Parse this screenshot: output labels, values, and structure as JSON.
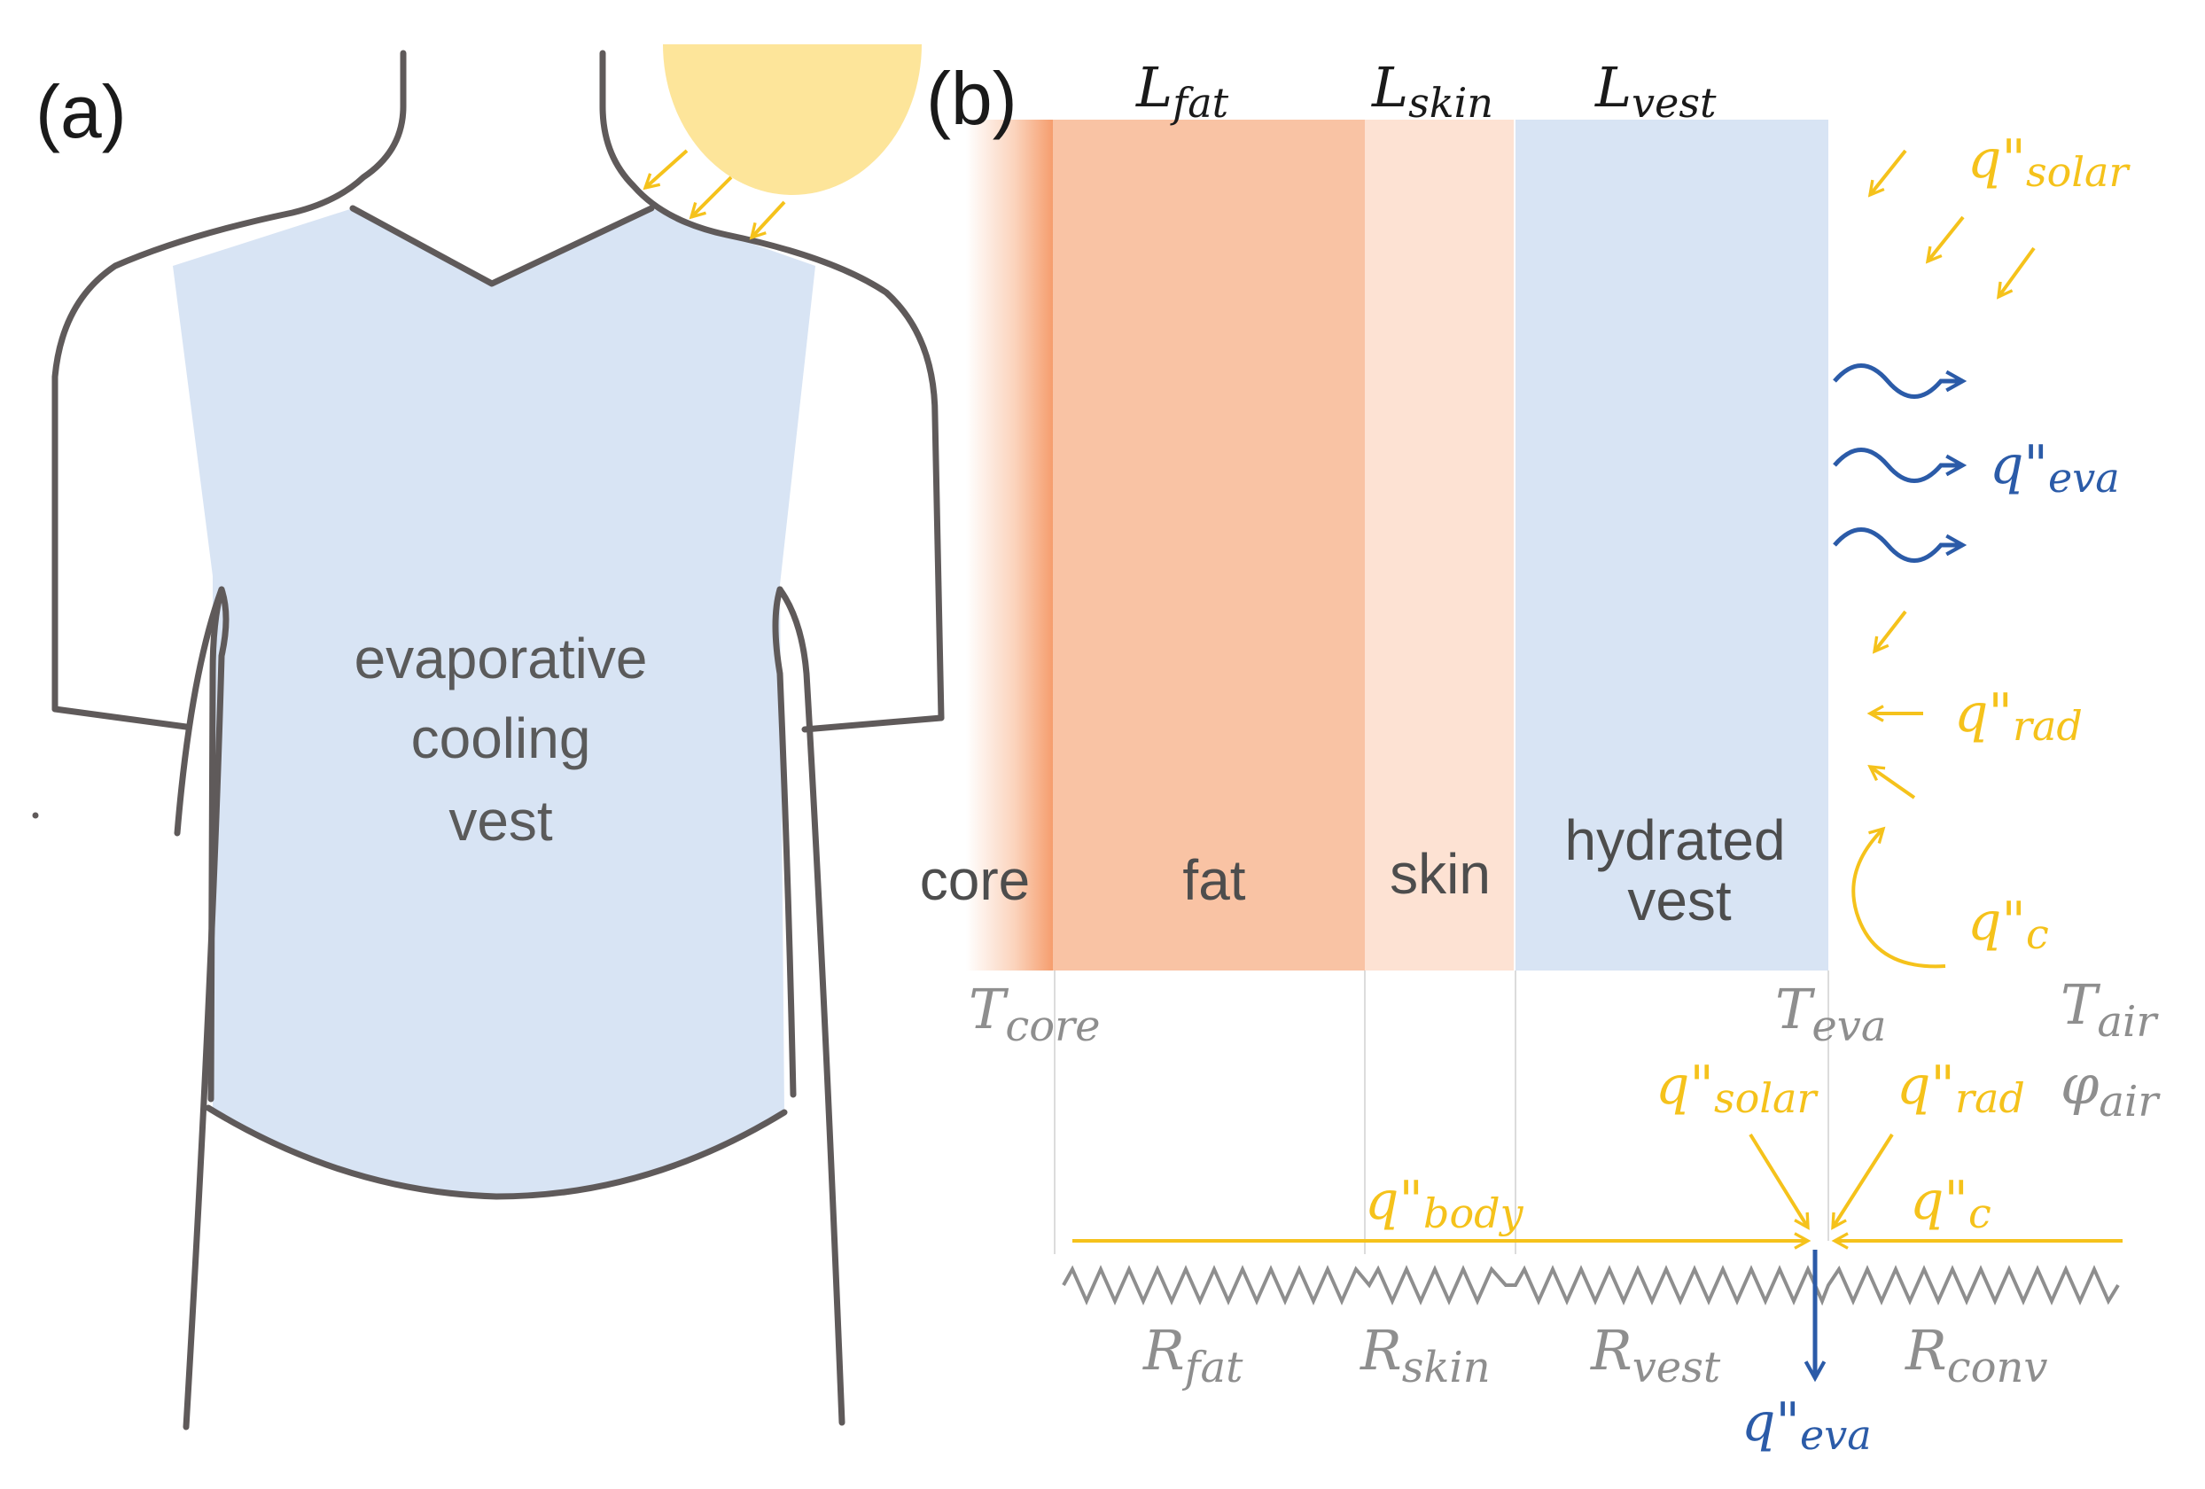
{
  "panel_a": {
    "label": "(a)",
    "vest_label": [
      "evaporative",
      "cooling",
      "vest"
    ]
  },
  "panel_b": {
    "label": "(b)",
    "thickness_labels": {
      "fat": {
        "base": "L",
        "sub": "fat"
      },
      "skin": {
        "base": "L",
        "sub": "skin"
      },
      "vest": {
        "base": "L",
        "sub": "vest"
      }
    },
    "layer_labels": {
      "core": "core",
      "fat": "fat",
      "skin": "skin",
      "vest": [
        "hydrated",
        "vest"
      ]
    },
    "fluxes": {
      "solar": {
        "base": "q\"",
        "sub": "solar"
      },
      "eva": {
        "base": "q\"",
        "sub": "eva"
      },
      "rad": {
        "base": "q\"",
        "sub": "rad"
      },
      "c": {
        "base": "q\"",
        "sub": "c"
      },
      "body": {
        "base": "q\"",
        "sub": "body"
      }
    },
    "temperatures": {
      "core": {
        "base": "T",
        "sub": "core"
      },
      "eva": {
        "base": "T",
        "sub": "eva"
      },
      "air": {
        "base": "T",
        "sub": "air"
      },
      "phi_air": {
        "base": "φ",
        "sub": "air"
      }
    },
    "resistances": {
      "fat": {
        "base": "R",
        "sub": "fat"
      },
      "skin": {
        "base": "R",
        "sub": "skin"
      },
      "vest": {
        "base": "R",
        "sub": "vest"
      },
      "conv": {
        "base": "R",
        "sub": "conv"
      }
    }
  },
  "colors": {
    "outline": "#5f5a5a",
    "vest_fill": "#d8e4f4",
    "sun": "#fde59a",
    "solar_yellow": "#f5c21b",
    "fat": "#f9c3a4",
    "skin": "#fde2d3",
    "core_edge": "#f59b6a",
    "blue": "#2b5ba8",
    "gray_text": "#8e8e8e",
    "layer_text": "#4d4d4d"
  }
}
